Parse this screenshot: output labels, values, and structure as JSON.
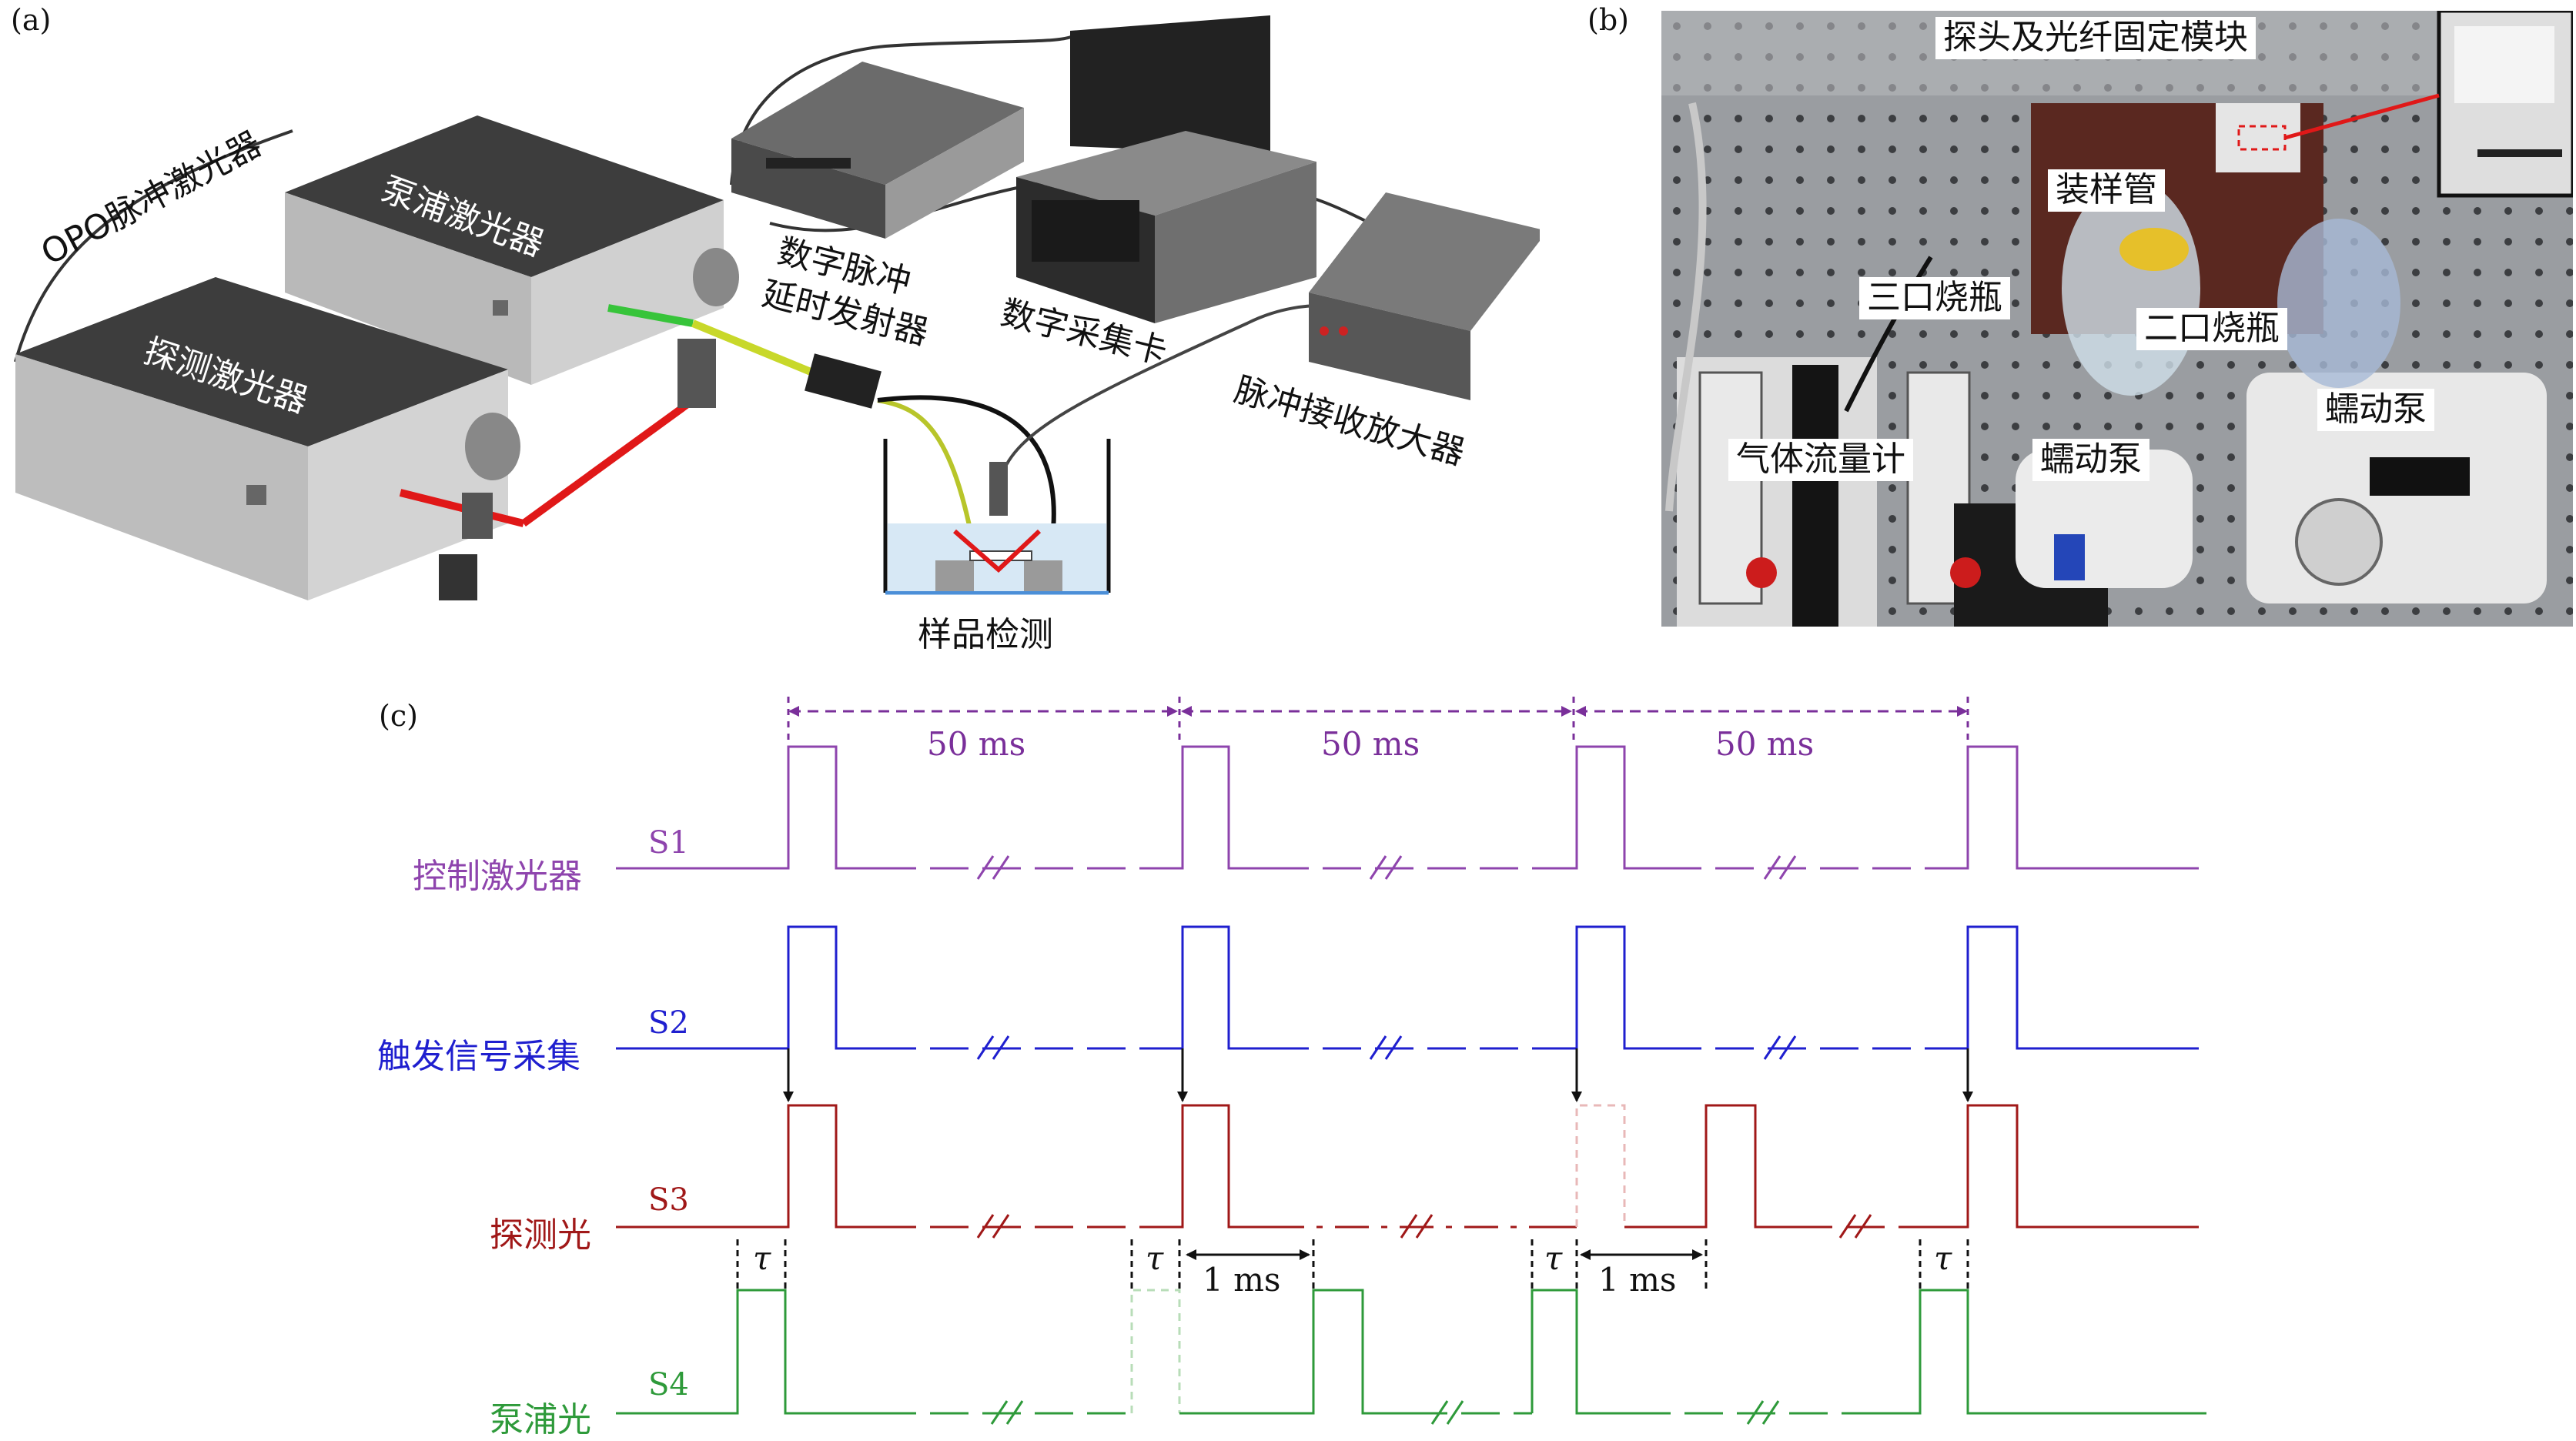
{
  "panels": {
    "a": {
      "label": "(a)",
      "components": {
        "opo_laser": "OPO脉冲激光器",
        "pump_laser": "泵浦激光器",
        "probe_laser": "探测激光器",
        "pulse_generator_line1": "数字脉冲",
        "pulse_generator_line2": "延时发射器",
        "daq_card": "数字采集卡",
        "pulse_receiver": "脉冲接收放大器",
        "sample_detection": "样品检测"
      }
    },
    "b": {
      "label": "(b)",
      "labels": {
        "probe_fixture": "探头及光纤固定模块",
        "sample_tube": "装样管",
        "three_neck_flask": "三口烧瓶",
        "two_neck_flask": "二口烧瓶",
        "gas_flowmeter": "气体流量计",
        "peristaltic_pump_small": "蠕动泵",
        "peristaltic_pump_large": "蠕动泵"
      }
    },
    "c": {
      "label": "(c)",
      "intervals": [
        "50 ms",
        "50 ms",
        "50 ms"
      ],
      "signals": [
        {
          "id": "S1",
          "name": "控制激光器",
          "color": "#8e44ad"
        },
        {
          "id": "S2",
          "name": "触发信号采集",
          "color": "#1f1fcf"
        },
        {
          "id": "S3",
          "name": "探测光",
          "color": "#a01818"
        },
        {
          "id": "S4",
          "name": "泵浦光",
          "color": "#2e9a3a"
        }
      ],
      "tau_symbol": "τ",
      "delay_labels": [
        "1 ms",
        "1 ms"
      ]
    }
  }
}
